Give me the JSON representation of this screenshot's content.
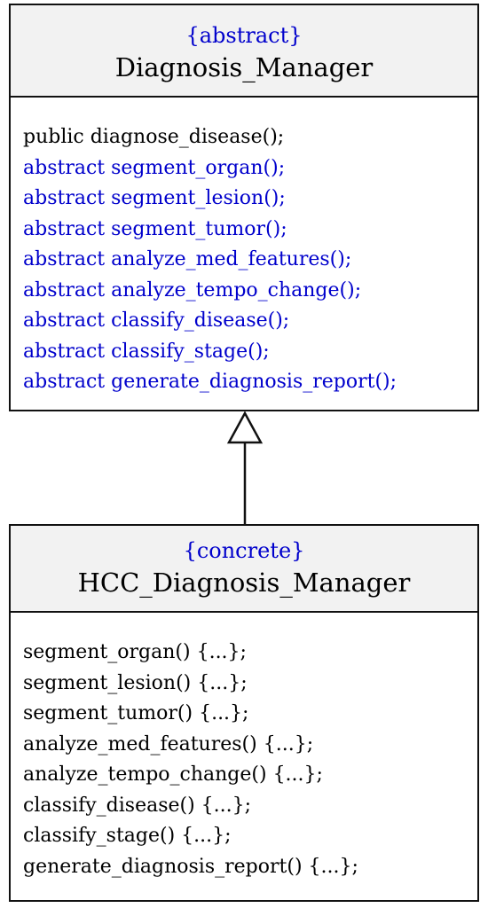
{
  "colors": {
    "abstract": "#0000cc",
    "concrete_stereotype": "#0000cc",
    "text": "#000000",
    "header_bg": "#f2f2f2",
    "border": "#111111"
  },
  "abstract_class": {
    "stereotype": "{abstract}",
    "name": "Diagnosis_Manager",
    "methods": [
      {
        "text": "public diagnose_disease();",
        "abstract": false
      },
      {
        "text": "abstract segment_organ();",
        "abstract": true
      },
      {
        "text": "abstract segment_lesion();",
        "abstract": true
      },
      {
        "text": "abstract segment_tumor();",
        "abstract": true
      },
      {
        "text": "abstract analyze_med_features();",
        "abstract": true
      },
      {
        "text": "abstract analyze_tempo_change();",
        "abstract": true
      },
      {
        "text": "abstract classify_disease();",
        "abstract": true
      },
      {
        "text": "abstract classify_stage();",
        "abstract": true
      },
      {
        "text": "abstract generate_diagnosis_report();",
        "abstract": true
      }
    ]
  },
  "concrete_class": {
    "stereotype": "{concrete}",
    "name": "HCC_Diagnosis_Manager",
    "methods": [
      {
        "text": "segment_organ() {...};"
      },
      {
        "text": "segment_lesion() {...};"
      },
      {
        "text": "segment_tumor() {...};"
      },
      {
        "text": "analyze_med_features() {...};"
      },
      {
        "text": "analyze_tempo_change() {...};"
      },
      {
        "text": "classify_disease() {...};"
      },
      {
        "text": "classify_stage() {...};"
      },
      {
        "text": "generate_diagnosis_report() {...};"
      }
    ]
  },
  "relationship": {
    "type": "generalization"
  }
}
